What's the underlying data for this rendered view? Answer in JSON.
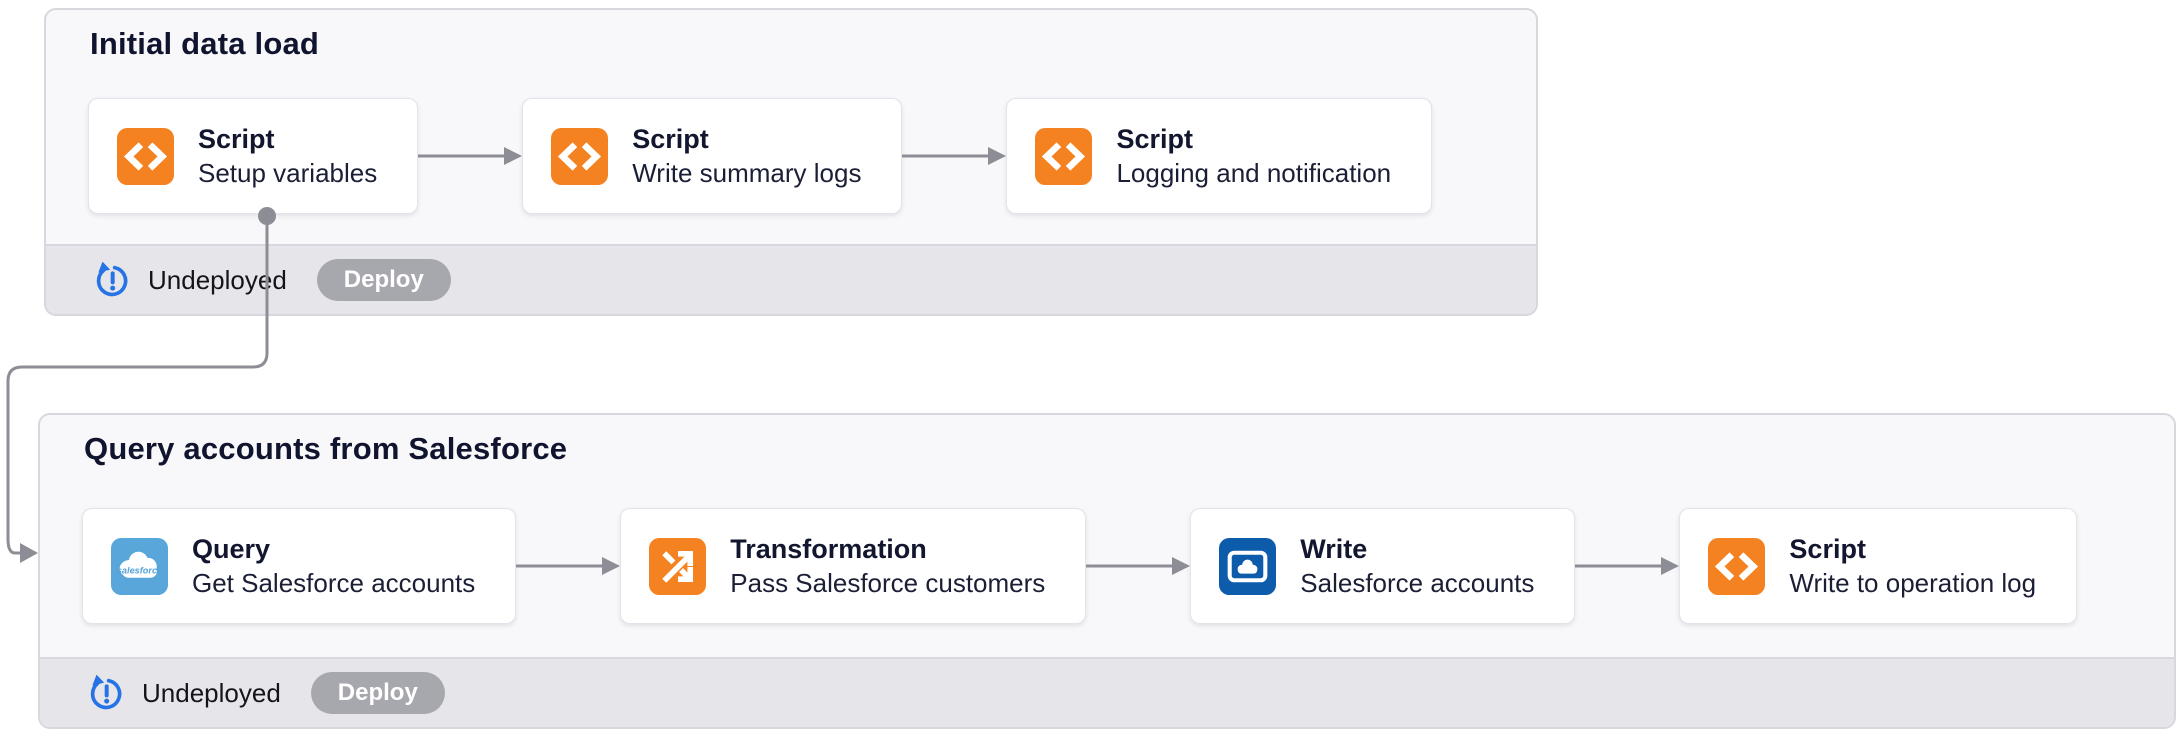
{
  "app": {
    "view": "workflow-design-canvas"
  },
  "colors": {
    "accent_orange": "#f58220",
    "salesforce_blue": "#58a6da",
    "write_blue": "#0d5bab",
    "connector_gray": "#8d8d95",
    "deploy_pill_gray": "#a7a7ae",
    "undeployed_icon_blue": "#2673e6",
    "group_bg": "#f8f8fa",
    "footer_bg": "#e6e6ea",
    "title_navy": "#10142e"
  },
  "salesforce_logo_text": "salesforce",
  "groups": [
    {
      "title": "Initial data load",
      "status": {
        "icon": "undeployed-icon",
        "label": "Undeployed",
        "action_label": "Deploy"
      },
      "nodes": [
        {
          "type": "Script",
          "name": "Setup variables",
          "icon": "script-icon"
        },
        {
          "type": "Script",
          "name": "Write summary logs",
          "icon": "script-icon"
        },
        {
          "type": "Script",
          "name": "Logging and notification",
          "icon": "script-icon"
        }
      ]
    },
    {
      "title": "Query accounts from Salesforce",
      "status": {
        "icon": "undeployed-icon",
        "label": "Undeployed",
        "action_label": "Deploy"
      },
      "nodes": [
        {
          "type": "Query",
          "name": "Get Salesforce accounts",
          "icon": "salesforce-icon"
        },
        {
          "type": "Transformation",
          "name": "Pass Salesforce customers",
          "icon": "transformation-icon"
        },
        {
          "type": "Write",
          "name": "Salesforce accounts",
          "icon": "write-cloud-icon"
        },
        {
          "type": "Script",
          "name": "Write to operation log",
          "icon": "script-icon"
        }
      ]
    }
  ]
}
